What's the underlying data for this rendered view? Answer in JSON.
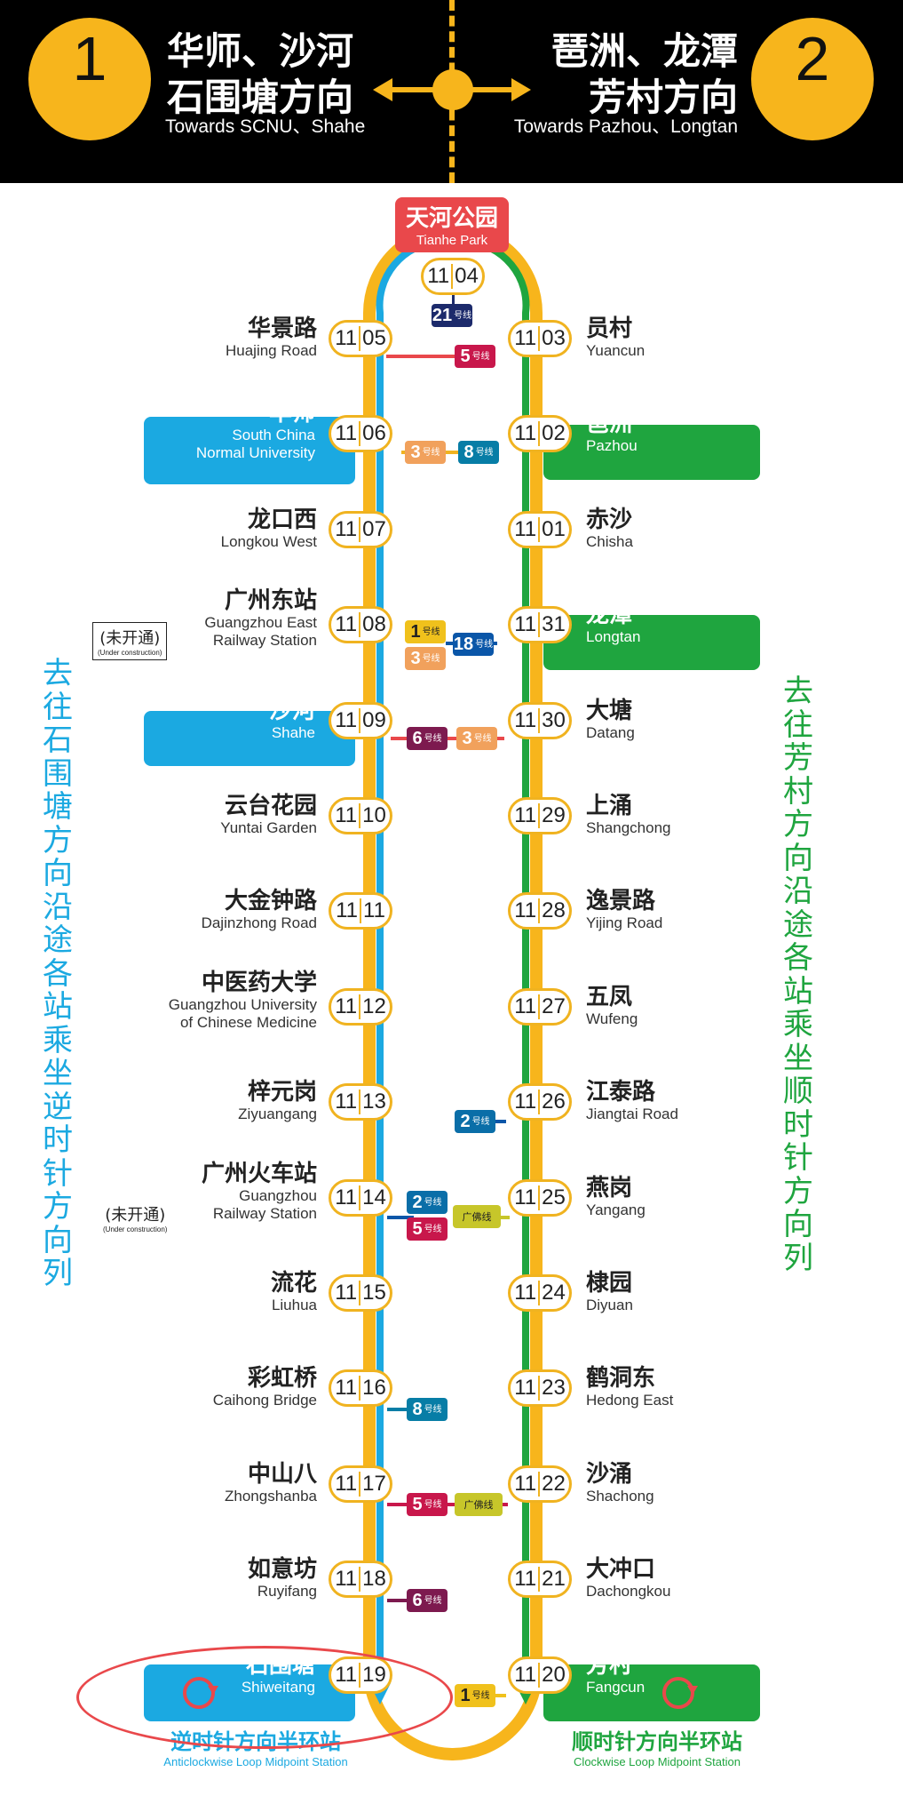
{
  "header": {
    "left": {
      "num": "1",
      "cn1": "华师、沙河",
      "cn2": "石围塘方向",
      "en": "Towards SCNU、Shahe"
    },
    "right": {
      "num": "2",
      "cn1": "琶洲、龙潭",
      "cn2": "芳村方向",
      "en": "Towards Pazhou、Longtan"
    }
  },
  "top_station": {
    "cn": "天河公园",
    "en": "Tianhe Park",
    "code_a": "11",
    "code_b": "04",
    "transfer": {
      "num": "21",
      "tag": "号线",
      "en": "Line 21"
    }
  },
  "colors": {
    "loop_yellow": "#f7b51c",
    "anticlockwise_blue": "#1ba9e1",
    "clockwise_green": "#1fa53f",
    "red": "#e9484b"
  },
  "left_stations": [
    {
      "code": "05",
      "cn": "华景路",
      "en1": "Huajing Road",
      "en2": ""
    },
    {
      "code": "06",
      "cn": "华师",
      "en1": "South China",
      "en2": "Normal University"
    },
    {
      "code": "07",
      "cn": "龙口西",
      "en1": "Longkou West",
      "en2": ""
    },
    {
      "code": "08",
      "cn": "广州东站",
      "en1": "Guangzhou East",
      "en2": "Railway Station"
    },
    {
      "code": "09",
      "cn": "沙河",
      "en1": "Shahe",
      "en2": ""
    },
    {
      "code": "10",
      "cn": "云台花园",
      "en1": "Yuntai Garden",
      "en2": ""
    },
    {
      "code": "11",
      "cn": "大金钟路",
      "en1": "Dajinzhong Road",
      "en2": ""
    },
    {
      "code": "12",
      "cn": "中医药大学",
      "en1": "Guangzhou University",
      "en2": "of Chinese Medicine"
    },
    {
      "code": "13",
      "cn": "梓元岗",
      "en1": "Ziyuangang",
      "en2": ""
    },
    {
      "code": "14",
      "cn": "广州火车站",
      "en1": "Guangzhou",
      "en2": "Railway Station"
    },
    {
      "code": "15",
      "cn": "流花",
      "en1": "Liuhua",
      "en2": ""
    },
    {
      "code": "16",
      "cn": "彩虹桥",
      "en1": "Caihong Bridge",
      "en2": ""
    },
    {
      "code": "17",
      "cn": "中山八",
      "en1": "Zhongshanba",
      "en2": ""
    },
    {
      "code": "18",
      "cn": "如意坊",
      "en1": "Ruyifang",
      "en2": ""
    },
    {
      "code": "19",
      "cn": "石围塘",
      "en1": "Shiweitang",
      "en2": ""
    }
  ],
  "right_stations": [
    {
      "code": "03",
      "cn": "员村",
      "en1": "Yuancun"
    },
    {
      "code": "02",
      "cn": "琶洲",
      "en1": "Pazhou"
    },
    {
      "code": "01",
      "cn": "赤沙",
      "en1": "Chisha"
    },
    {
      "code": "31",
      "cn": "龙潭",
      "en1": "Longtan"
    },
    {
      "code": "30",
      "cn": "大塘",
      "en1": "Datang"
    },
    {
      "code": "29",
      "cn": "上涌",
      "en1": "Shangchong"
    },
    {
      "code": "28",
      "cn": "逸景路",
      "en1": "Yijing Road"
    },
    {
      "code": "27",
      "cn": "五凤",
      "en1": "Wufeng"
    },
    {
      "code": "26",
      "cn": "江泰路",
      "en1": "Jiangtai Road"
    },
    {
      "code": "25",
      "cn": "燕岗",
      "en1": "Yangang"
    },
    {
      "code": "24",
      "cn": "棣园",
      "en1": "Diyuan"
    },
    {
      "code": "23",
      "cn": "鹤洞东",
      "en1": "Hedong East"
    },
    {
      "code": "22",
      "cn": "沙涌",
      "en1": "Shachong"
    },
    {
      "code": "21",
      "cn": "大冲口",
      "en1": "Dachongkou"
    },
    {
      "code": "20",
      "cn": "芳村",
      "en1": "Fangcun"
    }
  ],
  "line_prefix": "11",
  "transfers": {
    "r03": {
      "num": "5",
      "tag": "号线",
      "en": "Line 5"
    },
    "l06": {
      "num": "3",
      "tag": "号线",
      "en": "Line 3"
    },
    "r02": {
      "num": "8",
      "tag": "号线",
      "en": "Line 8"
    },
    "l08a": {
      "num": "1",
      "tag": "号线",
      "en": "Line 1"
    },
    "l08b": {
      "num": "3",
      "tag": "号线",
      "en": "Line 3"
    },
    "r31": {
      "num": "18",
      "tag": "号线",
      "en": "Line 18"
    },
    "l09": {
      "num": "6",
      "tag": "号线",
      "en": "Line 6"
    },
    "r30": {
      "num": "3",
      "tag": "号线",
      "en": "Line 3"
    },
    "r26": {
      "num": "2",
      "tag": "号线",
      "en": "Line 2"
    },
    "l14a": {
      "num": "2",
      "tag": "号线",
      "en": "Line 2"
    },
    "l14b": {
      "num": "5",
      "tag": "号线",
      "en": "Line 5"
    },
    "r25": {
      "tag": "广佛线",
      "en": "Guangfo Line"
    },
    "l16": {
      "num": "8",
      "tag": "号线",
      "en": "Line 8"
    },
    "l17": {
      "num": "5",
      "tag": "号线",
      "en": "Line 5"
    },
    "r22": {
      "tag": "广佛线",
      "en": "Guangfo Line"
    },
    "l18": {
      "num": "6",
      "tag": "号线",
      "en": "Line 6"
    },
    "r20": {
      "num": "1",
      "tag": "号线",
      "en": "Line 1"
    }
  },
  "under_construction": {
    "cn": "(未开通)",
    "en": "(Under construction)"
  },
  "side_text": {
    "left": "去往石围塘方向沿途各站乘坐逆时针方向列",
    "right": "去往芳村方向沿途各站乘坐顺时针方向列"
  },
  "midpoints": {
    "left": {
      "cn": "逆时针方向半环站",
      "en": "Anticlockwise Loop Midpoint Station"
    },
    "right": {
      "cn": "顺时针方向半环站",
      "en": "Clockwise Loop Midpoint Station"
    }
  }
}
